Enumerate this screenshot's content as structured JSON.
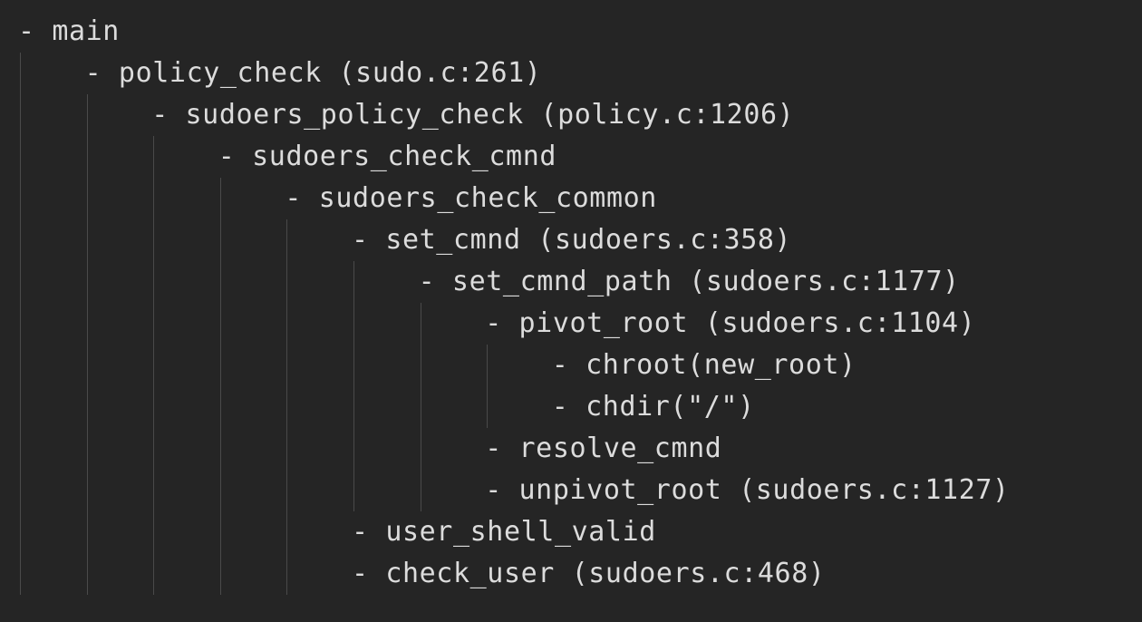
{
  "call_tree": [
    {
      "depth": 0,
      "text": "- main"
    },
    {
      "depth": 1,
      "text": "- policy_check (sudo.c:261)"
    },
    {
      "depth": 2,
      "text": "- sudoers_policy_check (policy.c:1206)"
    },
    {
      "depth": 3,
      "text": "- sudoers_check_cmnd"
    },
    {
      "depth": 4,
      "text": "- sudoers_check_common"
    },
    {
      "depth": 5,
      "text": "- set_cmnd (sudoers.c:358)"
    },
    {
      "depth": 6,
      "text": "- set_cmnd_path (sudoers.c:1177)"
    },
    {
      "depth": 7,
      "text": "- pivot_root (sudoers.c:1104)"
    },
    {
      "depth": 8,
      "text": "- chroot(new_root)"
    },
    {
      "depth": 8,
      "text": "- chdir(\"/\")"
    },
    {
      "depth": 7,
      "text": "- resolve_cmnd"
    },
    {
      "depth": 7,
      "text": "- unpivot_root (sudoers.c:1127)"
    },
    {
      "depth": 5,
      "text": "- user_shell_valid"
    },
    {
      "depth": 5,
      "text": "- check_user (sudoers.c:468)"
    }
  ]
}
